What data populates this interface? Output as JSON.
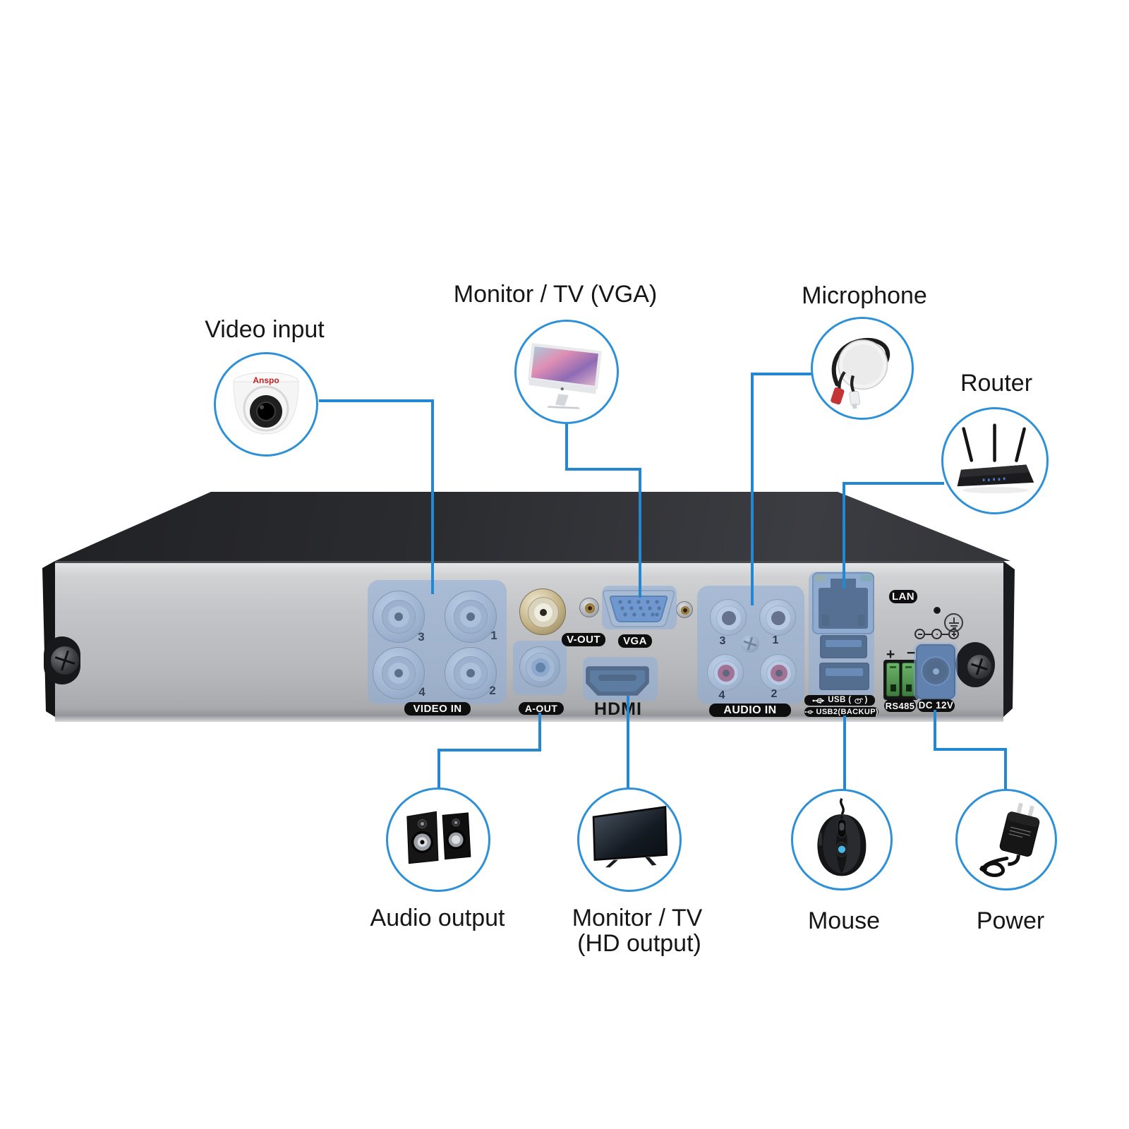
{
  "colors": {
    "accent": "#2487d2",
    "port_highlight": "rgba(141,173,216,0.55)"
  },
  "callouts": {
    "video_input": "Video input",
    "monitor_vga": "Monitor / TV (VGA)",
    "microphone": "Microphone",
    "router": "Router",
    "audio_output": "Audio output",
    "monitor_hd_line1": "Monitor / TV",
    "monitor_hd_line2": "(HD output)",
    "mouse": "Mouse",
    "power": "Power"
  },
  "panel": {
    "video_in": {
      "label": "VIDEO IN",
      "jacks": [
        "3",
        "1",
        "4",
        "2"
      ]
    },
    "v_out": {
      "label": "V-OUT"
    },
    "vga": {
      "label": "VGA"
    },
    "a_out": {
      "label": "A-OUT"
    },
    "hdmi": {
      "label": "HDMI"
    },
    "audio_in": {
      "label": "AUDIO IN",
      "jacks": [
        "3",
        "1",
        "4",
        "2"
      ]
    },
    "lan": {
      "label": "LAN"
    },
    "usb_mouse": {
      "prefix": "USB (",
      "suffix": ")"
    },
    "usb_backup": {
      "label": "USB2(BACKUP)"
    },
    "rs485": {
      "label": "RS485",
      "plus": "+",
      "minus": "−"
    },
    "dc_12v": {
      "label": "DC 12V"
    }
  },
  "camera_brand": "Anspo"
}
